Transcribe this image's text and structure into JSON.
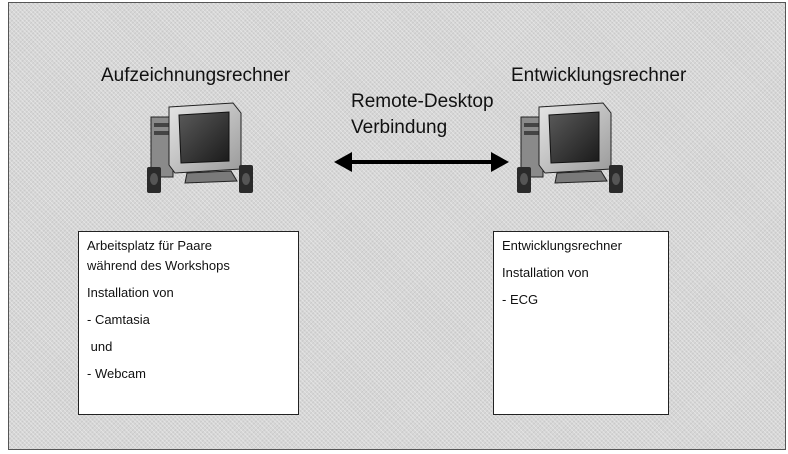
{
  "left_machine": {
    "title": "Aufzeichnungsrechner",
    "icon": "desktop-computer-icon",
    "box_lines": [
      "Arbeitsplatz für Paare",
      "während des Workshops",
      "Installation von",
      "- Camtasia",
      " und",
      "- Webcam"
    ]
  },
  "right_machine": {
    "title": "Entwicklungsrechner",
    "icon": "desktop-computer-icon",
    "box_lines": [
      "Entwicklungsrechner",
      "Installation von",
      "- ECG"
    ]
  },
  "connection": {
    "label_line1": "Remote-Desktop",
    "label_line2": "Verbindung",
    "icon": "double-arrow-icon"
  }
}
